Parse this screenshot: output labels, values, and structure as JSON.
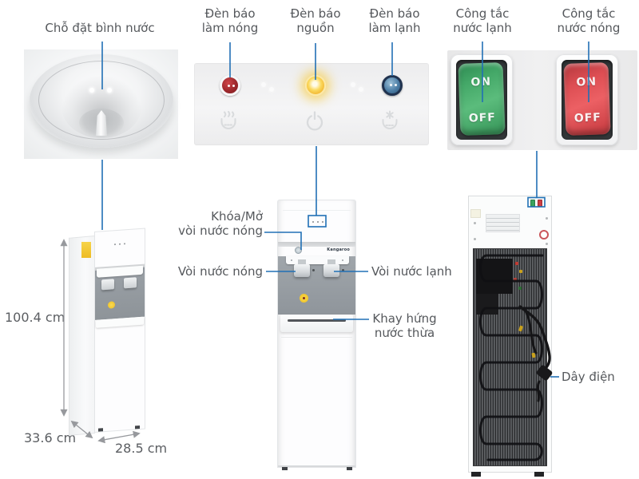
{
  "labels": {
    "bottle_seat": "Chỗ đặt bình nước",
    "led_heat": "Đèn báo\nlàm nóng",
    "led_power": "Đèn báo\nnguồn",
    "led_cold": "Đèn báo\nlàm lạnh",
    "switch_cold": "Công tắc\nnước lạnh",
    "switch_hot": "Công tắc\nnước nóng",
    "lock_hot": "Khóa/Mở\nvòi nước nóng",
    "tap_hot": "Vòi nước nóng",
    "tap_cold": "Vòi nước lạnh",
    "drip_tray": "Khay hứng\nnước thừa",
    "power_cord": "Dây điện"
  },
  "dimensions": {
    "height": "100.4 cm",
    "depth": "33.6 cm",
    "width": "28.5 cm"
  },
  "switch": {
    "on": "ON",
    "off": "OFF"
  },
  "brand": "Kangaroo",
  "colors": {
    "callout_line": "#2170b5",
    "label_text": "#55585c",
    "led_red": "#a32a2e",
    "led_yellow": "#f7c832",
    "led_blue": "#3c6e96",
    "switch_green": "#4caf72",
    "switch_red": "#e04b50",
    "panel_gray": "#9aa0a6"
  }
}
